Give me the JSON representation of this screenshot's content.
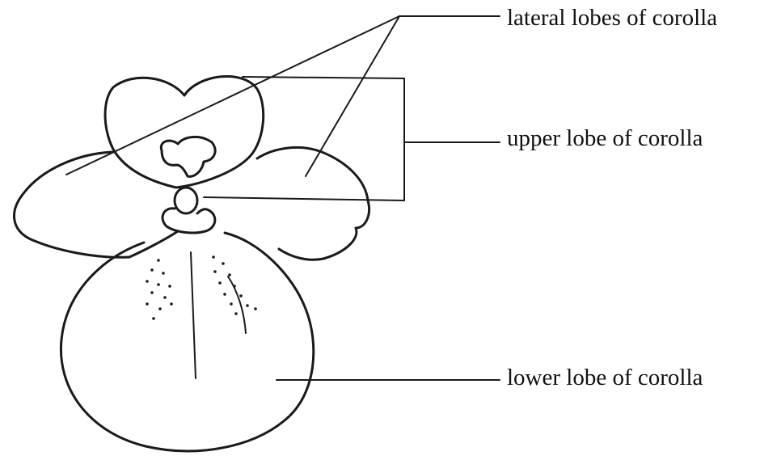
{
  "labels": {
    "lateral_lobes": "lateral lobes of corolla",
    "upper_lobe": "upper lobe of corolla",
    "lower_lobe": "lower lobe of corolla"
  },
  "style": {
    "ink_color": "#1a1a1a",
    "background_color": "#ffffff"
  }
}
